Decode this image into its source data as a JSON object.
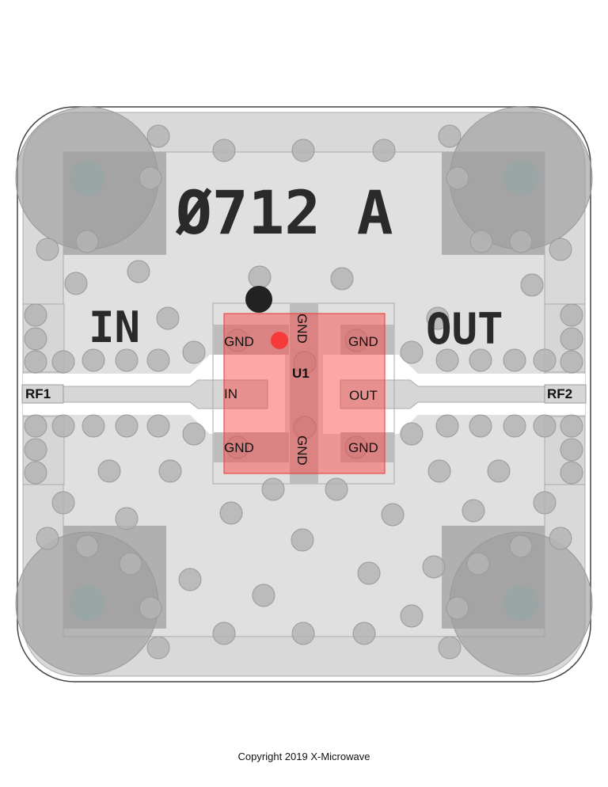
{
  "board": {
    "part_marking": "Ø712 A",
    "input_label": "IN",
    "output_label": "OUT",
    "port_left": "RF1",
    "port_right": "RF2"
  },
  "component": {
    "designator": "U1",
    "pins": {
      "gnd_top_left": "GND",
      "gnd_top_center": "GND",
      "gnd_top_right": "GND",
      "in": "IN",
      "out": "OUT",
      "gnd_bottom_left": "GND",
      "gnd_bottom_center": "GND",
      "gnd_bottom_right": "GND"
    }
  },
  "colors": {
    "board": "#d8d8d8",
    "component_overlay": "#ff3b3b",
    "pin1_marker": "#ff2020"
  },
  "footer": {
    "copyright": "Copyright 2019 X-Microwave"
  }
}
